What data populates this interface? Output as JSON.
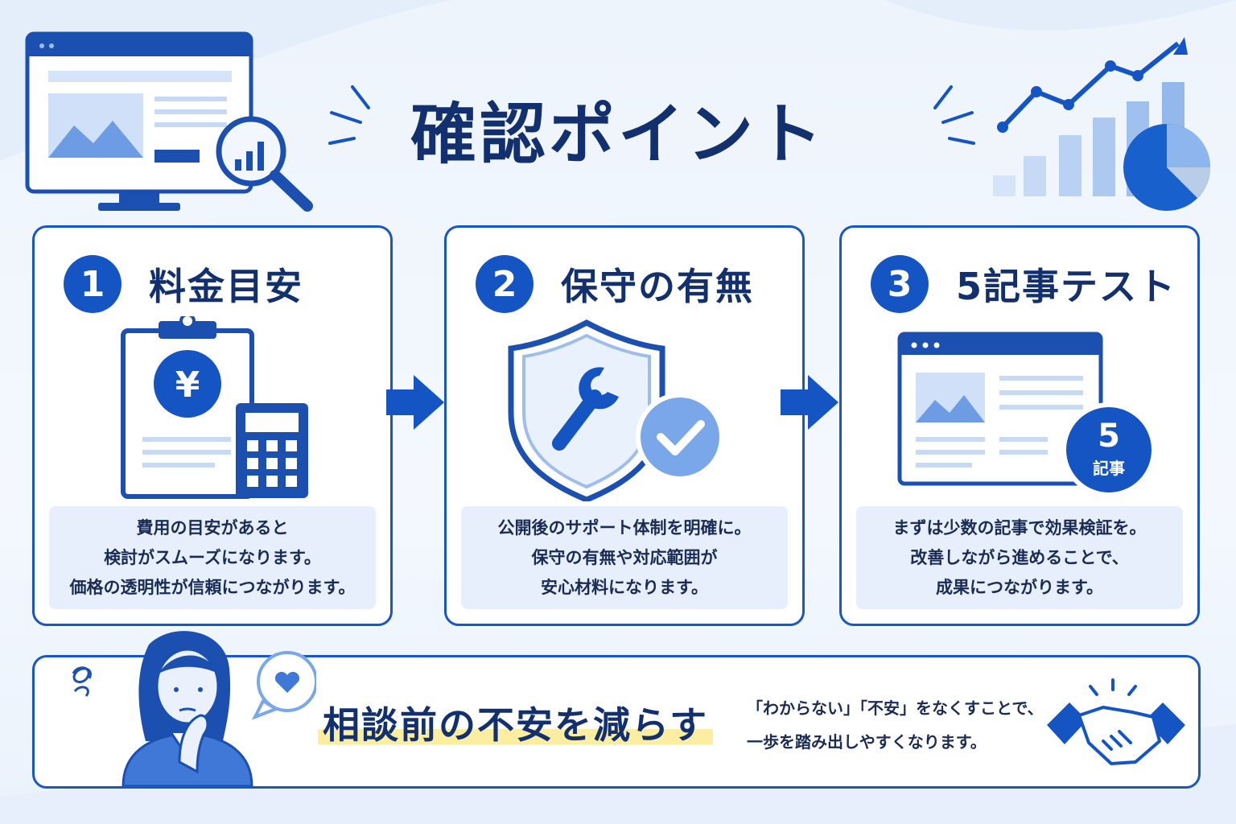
{
  "title": "確認ポイント",
  "cards": [
    {
      "number": "1",
      "title": "料金目安",
      "desc": [
        "費用の目安があると",
        "検討がスムーズになります。",
        "価格の透明性が信頼につながります。"
      ],
      "icon": "yen-clipboard-calculator-icon",
      "badge": "¥"
    },
    {
      "number": "2",
      "title": "保守の有無",
      "desc": [
        "公開後のサポート体制を明確に。",
        "保守の有無や対応範囲が",
        "安心材料になります。"
      ],
      "icon": "shield-wrench-check-icon"
    },
    {
      "number": "3",
      "title": "5記事テスト",
      "desc": [
        "まずは少数の記事で効果検証を。",
        "改善しながら進めることで、",
        "成果につながります。"
      ],
      "icon": "browser-article-icon",
      "badge_number": "5",
      "badge_label": "記事"
    }
  ],
  "bottom": {
    "title": "相談前の不安を減らす",
    "desc": [
      "「わからない」「不安」をなくすことで、",
      "一歩を踏み出しやすくなります。"
    ],
    "left_icon": "worried-woman-icon",
    "bubble_icon": "heart-speech-bubble-icon",
    "right_icon": "handshake-icon"
  },
  "colors": {
    "primary": "#1455c3",
    "navy": "#13306e",
    "light": "#e6effb",
    "highlight": "#fbeea0"
  }
}
